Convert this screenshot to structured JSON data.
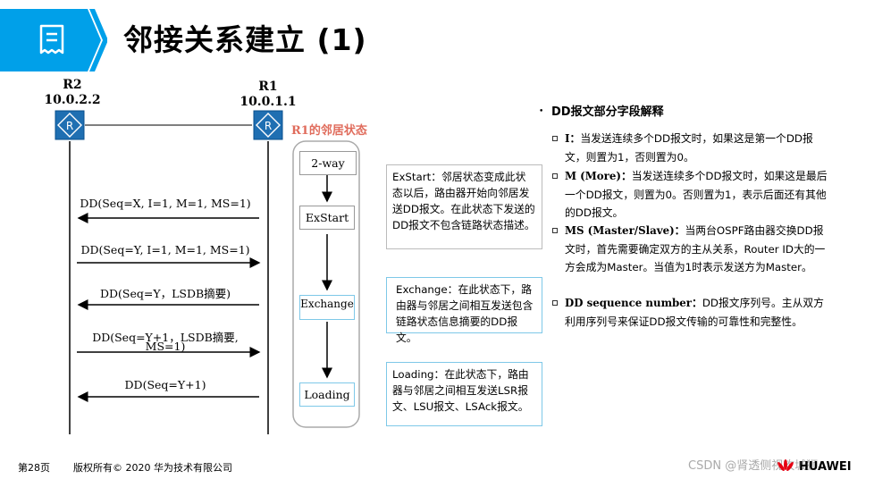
{
  "title": "邻接关系建立 (1)",
  "header_icon": "document-list-icon",
  "colors": {
    "accent": "#00a0e9",
    "router_fill": "#1f6fb2",
    "state_label": "#e06c5c",
    "box_blue_border": "#7ec8e8"
  },
  "routers": {
    "r2": {
      "name": "R2",
      "ip": "10.0.2.2"
    },
    "r1": {
      "name": "R1",
      "ip": "10.0.1.1"
    }
  },
  "state_label": "R1的邻居状态",
  "states": [
    "2-way",
    "ExStart",
    "Exchange",
    "Loading"
  ],
  "messages": [
    {
      "text": "DD(Seq=X, I=1, M=1, MS=1)",
      "direction": "left"
    },
    {
      "text": "DD(Seq=Y, I=1, M=1, MS=1)",
      "direction": "right"
    },
    {
      "text": "DD(Seq=Y，LSDB摘要)",
      "direction": "left"
    },
    {
      "text": "DD(Seq=Y+1，LSDB摘要,",
      "text2": "MS=1)",
      "direction": "right"
    },
    {
      "text": "DD(Seq=Y+1)",
      "direction": "left"
    }
  ],
  "info_boxes": [
    "ExStart：邻居状态变成此状态以后，路由器开始向邻居发送DD报文。在此状态下发送的DD报文不包含链路状态描述。",
    "Exchange：在此状态下，路由器与邻居之间相互发送包含链路状态信息摘要的DD报文。",
    "Loading：在此状态下，路由器与邻居之间相互发送LSR报文、LSU报文、LSAck报文。"
  ],
  "explain": {
    "heading": "DD报文部分字段解释",
    "fields": [
      {
        "name": "I：",
        "desc": "当发送连续多个DD报文时，如果这是第一个DD报文，则置为1，否则置为0。"
      },
      {
        "name": "M (More)：",
        "desc": "当发送连续多个DD报文时，如果这是最后一个DD报文，则置为0。否则置为1，表示后面还有其他的DD报文。"
      },
      {
        "name": "MS (Master/Slave)：",
        "desc": "当两台OSPF路由器交换DD报文时，首先需要确定双方的主从关系，Router ID大的一方会成为Master。当值为1时表示发送方为Master。"
      },
      {
        "name": "DD sequence number：",
        "desc": "DD报文序列号。主从双方利用序列号来保证DD报文传输的可靠性和完整性。"
      }
    ]
  },
  "footer": {
    "page": "第28页",
    "copyright": "版权所有© 2020 华为技术有限公司",
    "watermark": "CSDN @肾透侧视攻城狮",
    "brand": "HUAWEI"
  }
}
